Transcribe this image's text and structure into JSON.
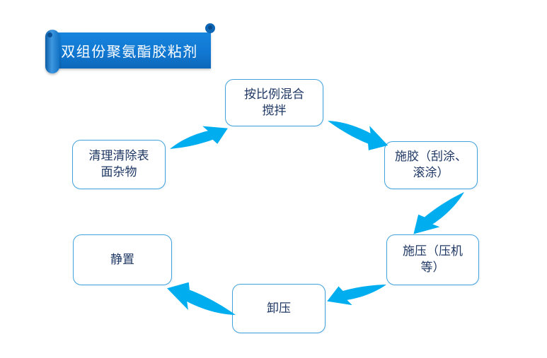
{
  "title": {
    "text": "双组份聚氨酯胶粘剂"
  },
  "colors": {
    "banner_blue": "#1178D2",
    "banner_roll_dark": "#0B5CA6",
    "box_border": "#41A2DC",
    "box_text": "#1F3864",
    "arrow_cyan": "#00AEEF",
    "background": "#FFFFFF"
  },
  "steps": [
    {
      "id": "clean",
      "label": "清理清除表\n面杂物"
    },
    {
      "id": "mix",
      "label": "按比例混合\n搅拌"
    },
    {
      "id": "glue",
      "label": "施胶（刮涂、\n滚涂）"
    },
    {
      "id": "press",
      "label": "施压（压机\n等）"
    },
    {
      "id": "release",
      "label": "卸压"
    },
    {
      "id": "rest",
      "label": "静置"
    }
  ],
  "arrows": [
    {
      "from": "清理清除表面杂物",
      "to": "按比例混合搅拌"
    },
    {
      "from": "按比例混合搅拌",
      "to": "施胶（刮涂、滚涂）"
    },
    {
      "from": "施胶（刮涂、滚涂）",
      "to": "施压（压机等）"
    },
    {
      "from": "施压（压机等）",
      "to": "卸压"
    },
    {
      "from": "卸压",
      "to": "静置"
    }
  ]
}
